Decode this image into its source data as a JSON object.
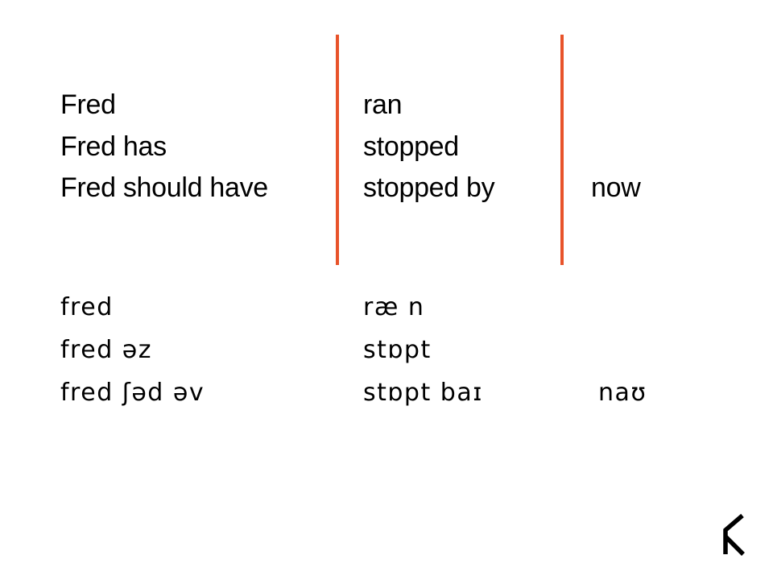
{
  "english": {
    "rows": [
      {
        "subject": "Fred",
        "verb": "ran",
        "adverb": ""
      },
      {
        "subject": "Fred has",
        "verb": "stopped",
        "adverb": ""
      },
      {
        "subject": "Fred should have",
        "verb": "stopped by",
        "adverb": "now"
      }
    ]
  },
  "ipa": {
    "rows": [
      {
        "subject": "fred",
        "verb": "ræ n",
        "adverb": ""
      },
      {
        "subject": "fred  əz",
        "verb": "stɒpt",
        "adverb": ""
      },
      {
        "subject": "fred  ʃəd  əv",
        "verb": "stɒpt  baɪ",
        "adverb": "naʊ"
      }
    ]
  },
  "colors": {
    "divider": "#e8532a",
    "text": "#000000"
  },
  "icons": {
    "corner_logo": "chevron-logo-icon"
  }
}
